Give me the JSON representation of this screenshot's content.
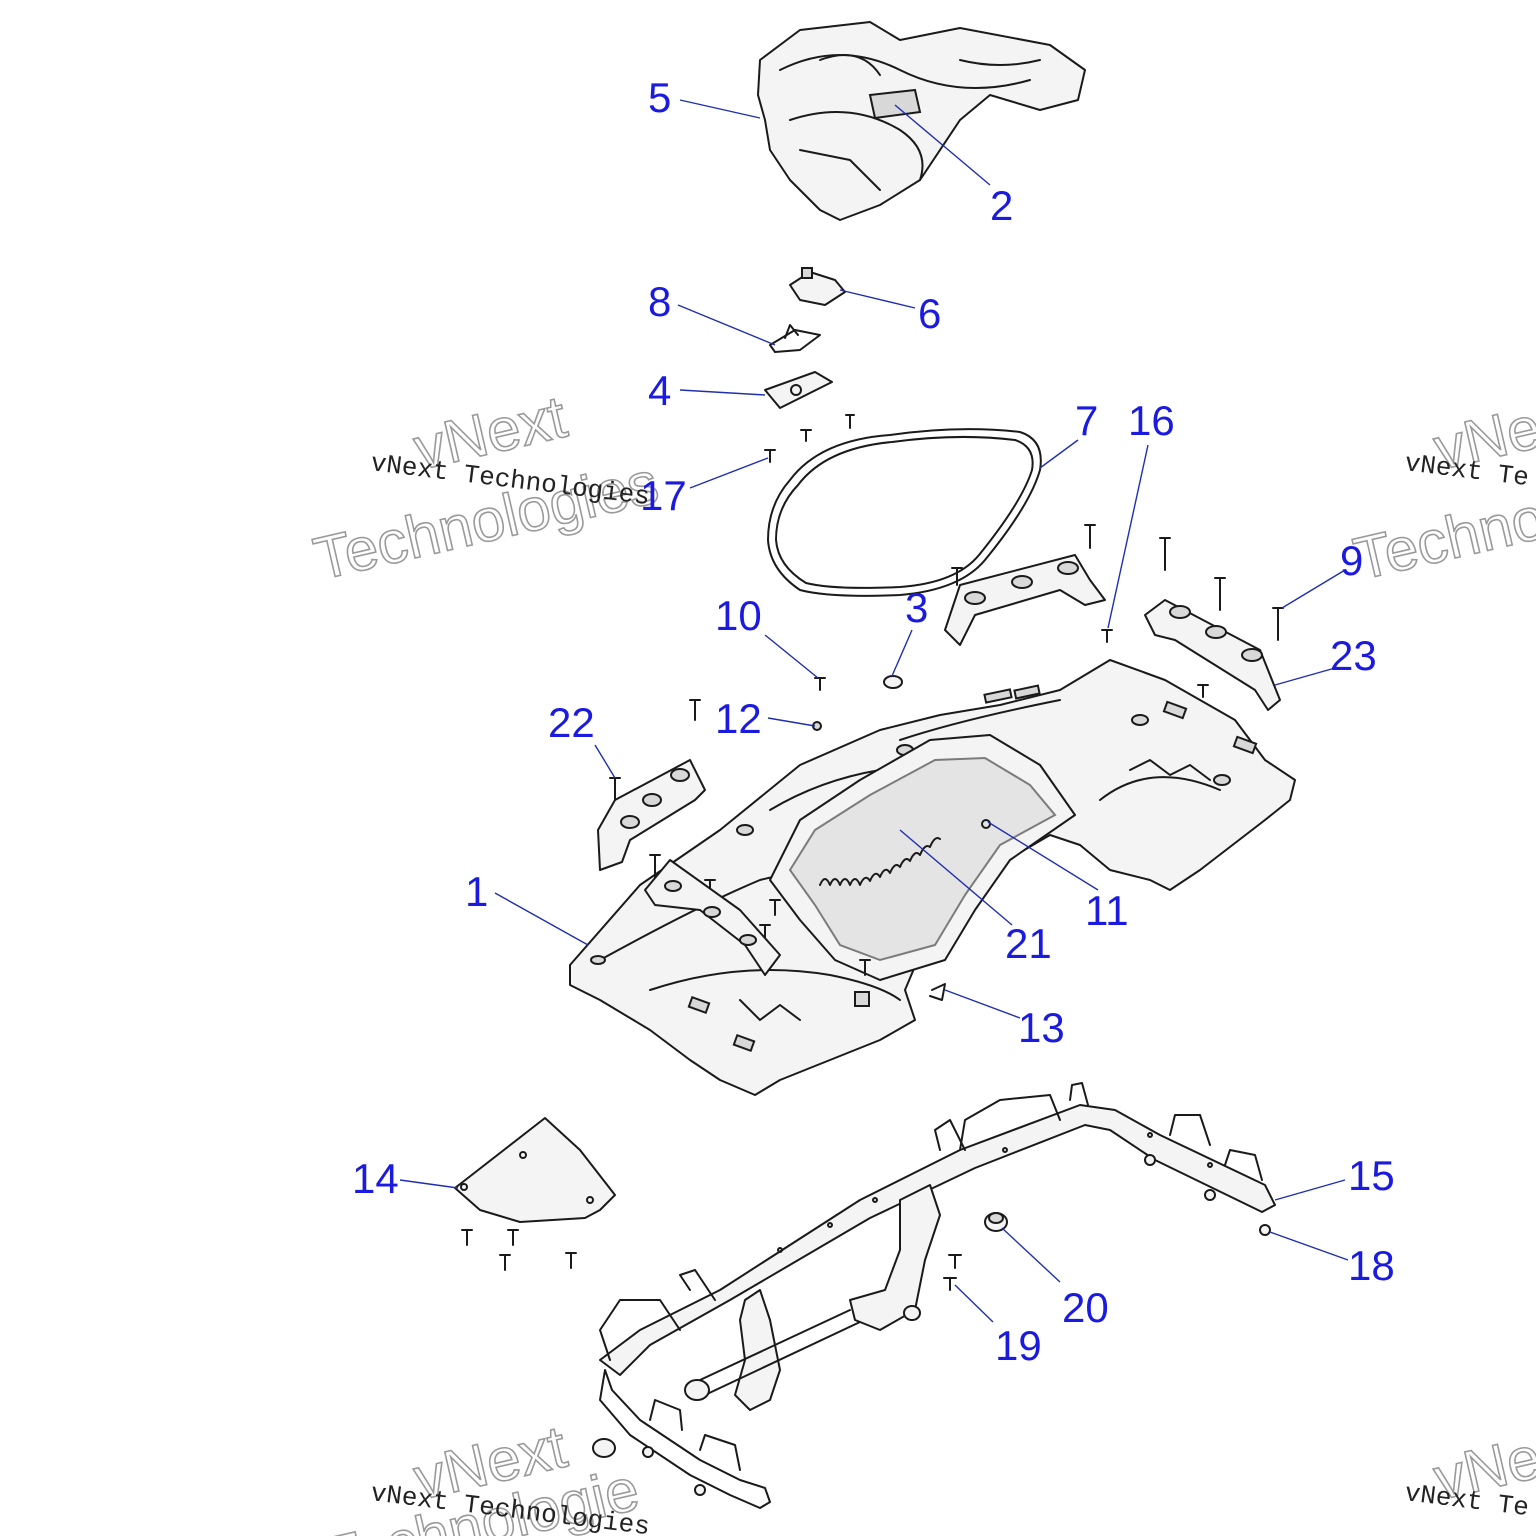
{
  "diagram": {
    "callouts": [
      {
        "id": "c5",
        "label": "5"
      },
      {
        "id": "c2",
        "label": "2"
      },
      {
        "id": "c8",
        "label": "8"
      },
      {
        "id": "c6",
        "label": "6"
      },
      {
        "id": "c4",
        "label": "4"
      },
      {
        "id": "c7",
        "label": "7"
      },
      {
        "id": "c16",
        "label": "16"
      },
      {
        "id": "c17",
        "label": "17"
      },
      {
        "id": "c9",
        "label": "9"
      },
      {
        "id": "c10",
        "label": "10"
      },
      {
        "id": "c3",
        "label": "3"
      },
      {
        "id": "c23",
        "label": "23"
      },
      {
        "id": "c22",
        "label": "22"
      },
      {
        "id": "c12",
        "label": "12"
      },
      {
        "id": "c1",
        "label": "1"
      },
      {
        "id": "c11",
        "label": "11"
      },
      {
        "id": "c21",
        "label": "21"
      },
      {
        "id": "c13",
        "label": "13"
      },
      {
        "id": "c14",
        "label": "14"
      },
      {
        "id": "c15",
        "label": "15"
      },
      {
        "id": "c18",
        "label": "18"
      },
      {
        "id": "c20",
        "label": "20"
      },
      {
        "id": "c19",
        "label": "19"
      }
    ]
  },
  "watermark": {
    "company": "vNext Technologies",
    "word1": "vNext",
    "word2": "Technologies",
    "partial1": "vNe",
    "partial2": "Techno",
    "partial3": "vNext Te",
    "partial4": "Technologie"
  },
  "colors": {
    "callout": "#1a1ae0",
    "leader": "#1f2fb0",
    "linework": "#1a1a1a"
  }
}
